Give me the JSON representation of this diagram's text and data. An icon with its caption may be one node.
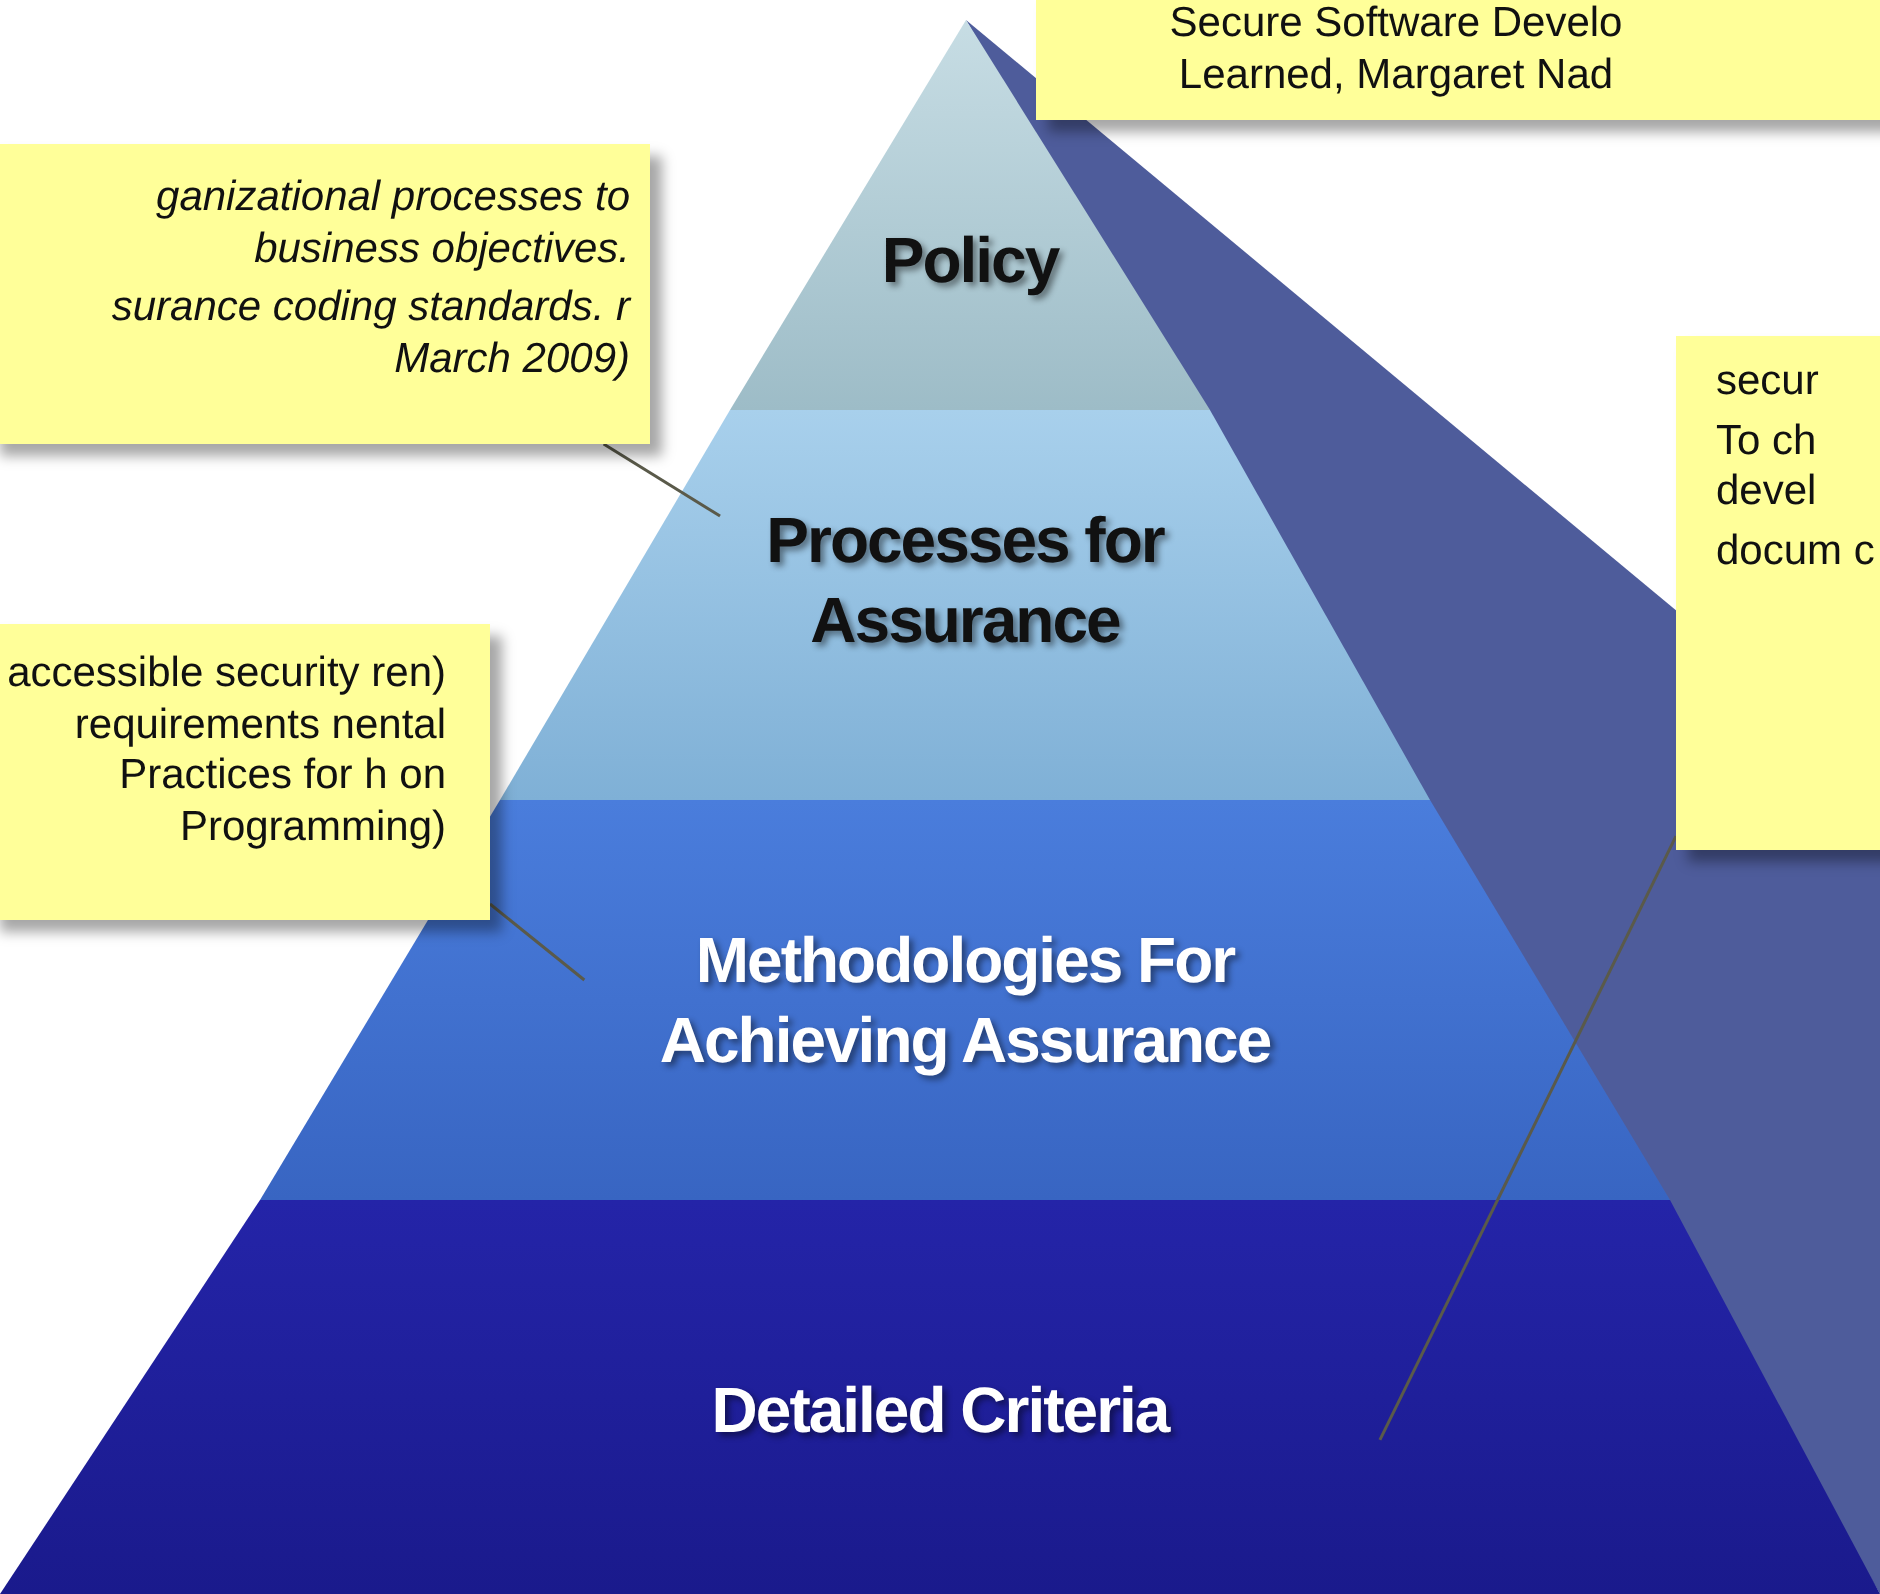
{
  "diagram": {
    "nodes": [
      {
        "text": [
          "Secure Software Develo Learned, Margaret Nad"
        ]
      },
      {
        "text": [
          "ganizational processes to business objectives.",
          "surance coding standards. r March 2009)"
        ]
      },
      {
        "text": [
          "Policy"
        ]
      },
      {
        "text": [
          "secur",
          "To ch devel",
          "docum c"
        ]
      },
      {
        "text": [
          "Processes for Assurance"
        ]
      },
      {
        "text": [
          "accessible security ren) requirements nental Practices for h on Programming)"
        ]
      },
      {
        "text": [
          "Methodologies For Achieving Assurance"
        ]
      },
      {
        "text": [
          "Detailed Criteria"
        ]
      }
    ],
    "edges": [
      {
        "from": 1,
        "to": 4,
        "arrow": "none"
      },
      {
        "from": 5,
        "to": 6,
        "arrow": "none"
      },
      {
        "from": 3,
        "to": 7,
        "arrow": "none"
      }
    ]
  }
}
